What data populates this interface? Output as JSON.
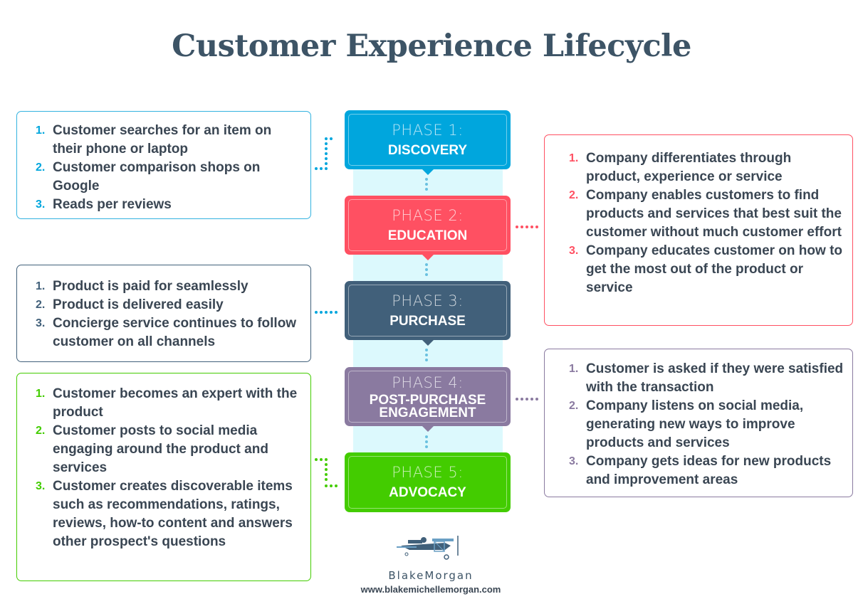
{
  "title": "Customer Experience Lifecycle",
  "colors": {
    "title": "#3d5466",
    "band": "#dcf9fd",
    "text": "#3a4653",
    "discovery": "#00a6dd",
    "education": "#ff5062",
    "purchase": "#41607a",
    "post_purchase": "#8a7aa0",
    "advocacy": "#43cc00"
  },
  "phases": [
    {
      "number_label": "PHASE 1:",
      "name": "DISCOVERY"
    },
    {
      "number_label": "PHASE 2:",
      "name": "EDUCATION"
    },
    {
      "number_label": "PHASE 3:",
      "name": "PURCHASE"
    },
    {
      "number_label": "PHASE 4:",
      "name_line1": "POST-PURCHASE",
      "name_line2": "ENGAGEMENT"
    },
    {
      "number_label": "PHASE 5:",
      "name": "ADVOCACY"
    }
  ],
  "cards": {
    "discovery": {
      "items": [
        {
          "num": "1.",
          "text": "Customer searches for an item on their phone or laptop"
        },
        {
          "num": "2.",
          "text": "Customer comparison shops on Google"
        },
        {
          "num": "3.",
          "text": "Reads per reviews"
        }
      ]
    },
    "education": {
      "items": [
        {
          "num": "1.",
          "text": "Company differentiates through product, experience or service"
        },
        {
          "num": "2.",
          "text": "Company enables customers to find products and services that best suit the customer without much customer effort"
        },
        {
          "num": "3.",
          "text": "Company educates customer on how to get the most out of the product or service"
        }
      ]
    },
    "purchase": {
      "items": [
        {
          "num": "1.",
          "text": "Product is paid for seamlessly"
        },
        {
          "num": "2.",
          "text": "Product is delivered easily"
        },
        {
          "num": "3.",
          "text": "Concierge service continues to follow customer on all channels"
        }
      ]
    },
    "post_purchase": {
      "items": [
        {
          "num": "1.",
          "text": "Customer is asked if they were satisfied with the transaction"
        },
        {
          "num": "2.",
          "text": "Company listens on social media, generating new ways to improve products and services"
        },
        {
          "num": "3.",
          "text": "Company gets ideas for new products and improvement areas"
        }
      ]
    },
    "advocacy": {
      "items": [
        {
          "num": "1.",
          "text": "Customer becomes an expert with the product"
        },
        {
          "num": "2.",
          "text": "Customer posts to social media engaging around the product and services"
        },
        {
          "num": "3.",
          "text": "Customer creates discoverable items such as recommendations, ratings, reviews, how-to content and answers other prospect's questions"
        }
      ]
    }
  },
  "footer": {
    "logo_icon": "biplane-icon",
    "brand": "BlakeMorgan",
    "url": "www.blakemichellemorgan.com"
  }
}
